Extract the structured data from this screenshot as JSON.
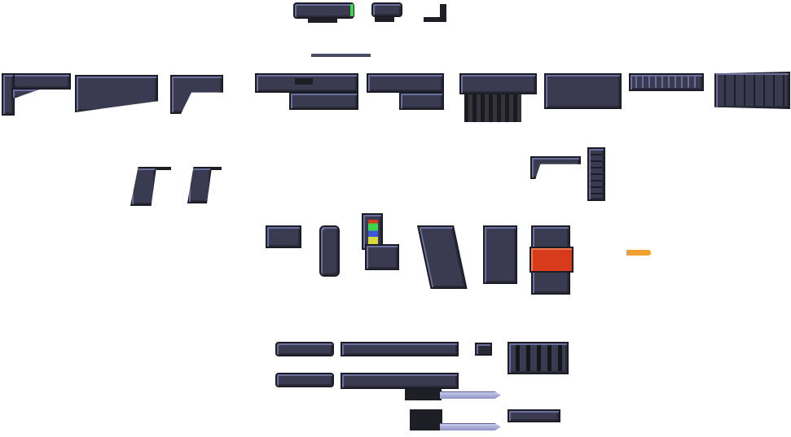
{
  "sheet": {
    "colors": {
      "body": "#3a3b50",
      "highlight": "#6b6f9e",
      "outline": "#1c1c26",
      "mag_accent": "#d83a1c",
      "bullet": "#f0a030",
      "blade": "#c6cbe8"
    },
    "parts": [
      "scope-large",
      "scope-small",
      "iron-sight",
      "top-rail",
      "stock-skeleton",
      "stock-solid",
      "stock-angled",
      "receiver-a",
      "receiver-b",
      "receiver-c",
      "receiver-d",
      "handguard-railed",
      "handguard-ribbed",
      "pistol-grip-a",
      "pistol-grip-b",
      "angled-foregrip",
      "vertical-foregrip",
      "mag-short",
      "mag-box",
      "mag-drum-indicator",
      "mag-curved",
      "mag-straight",
      "mag-taped-red",
      "bullet",
      "suppressor-a",
      "barrel-a",
      "muzzle-cap",
      "muzzle-brake",
      "suppressor-b",
      "barrel-b",
      "bayonet-a",
      "bayonet-b",
      "barrel-short"
    ]
  }
}
